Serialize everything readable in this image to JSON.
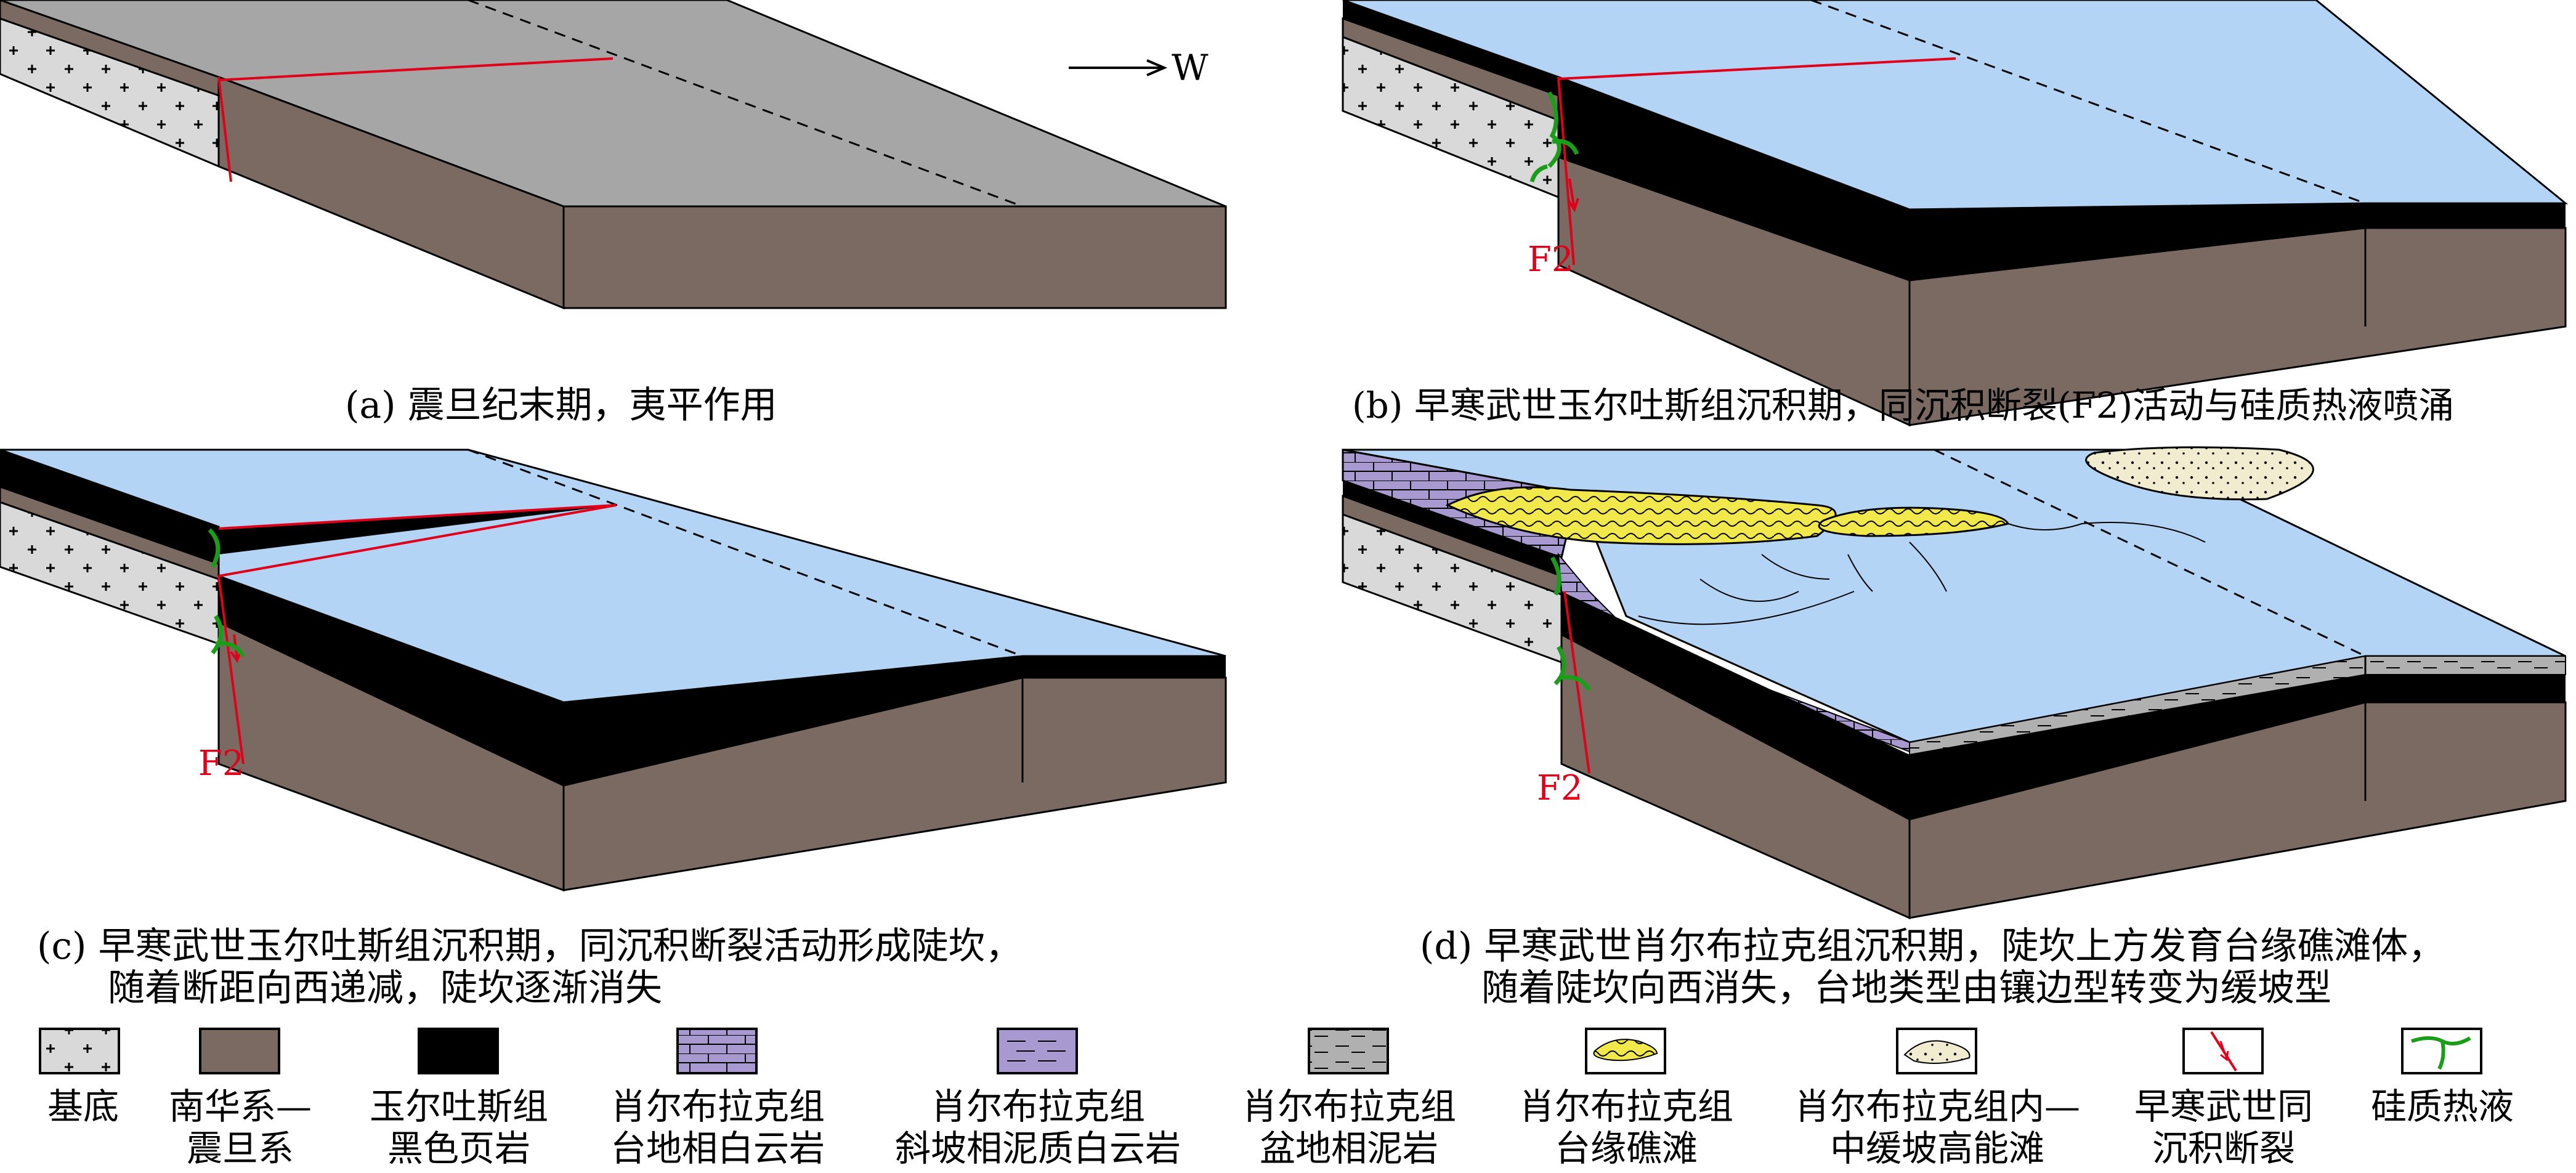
{
  "north_arrow": {
    "label": "W"
  },
  "fault_label": "F2",
  "captions": {
    "a": "(a) 震旦纪末期，夷平作用",
    "b": "(b) 早寒武世玉尔吐斯组沉积期，同沉积断裂(F2)活动与硅质热液喷涌",
    "c_line1": "(c) 早寒武世玉尔吐斯组沉积期，同沉积断裂活动形成陡坎，",
    "c_line2": "随着断距向西递减，陡坎逐渐消失",
    "d_line1": "(d) 早寒武世肖尔布拉克组沉积期，陡坎上方发育台缘礁滩体，",
    "d_line2": "随着陡坎向西消失，台地类型由镶边型转变为缓坡型"
  },
  "legend": [
    {
      "line1": "基底",
      "line2": ""
    },
    {
      "line1": "南华系—",
      "line2": "震旦系"
    },
    {
      "line1": "玉尔吐斯组",
      "line2": "黑色页岩"
    },
    {
      "line1": "肖尔布拉克组",
      "line2": "台地相白云岩"
    },
    {
      "line1": "肖尔布拉克组",
      "line2": "斜坡相泥质白云岩"
    },
    {
      "line1": "肖尔布拉克组",
      "line2": "盆地相泥岩"
    },
    {
      "line1": "肖尔布拉克组",
      "line2": "台缘礁滩"
    },
    {
      "line1": "肖尔布拉克组内—",
      "line2": "中缓坡高能滩"
    },
    {
      "line1": "早寒武世同",
      "line2": "沉积断裂"
    },
    {
      "line1": "硅质热液",
      "line2": ""
    }
  ],
  "colors": {
    "basement": "#d9d9d9",
    "nanhua_sinian": "#7b6a62",
    "black_shale": "#000000",
    "sea": "#b3d4f5",
    "sea_deep": "#a6cbf0",
    "surface_gray": "#a6a6a6",
    "platform_dolomite": "#a89ad0",
    "basin_mudstone": "#b0b0b0",
    "reef": "#f1e84c",
    "shoal": "#f1ecd0",
    "fault": "#e0001a",
    "hydrothermal": "#1a9e1a"
  }
}
